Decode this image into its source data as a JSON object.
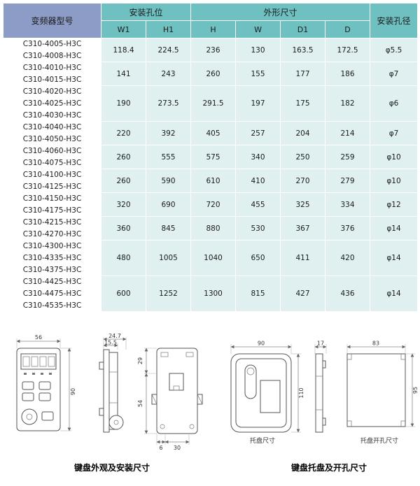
{
  "table": {
    "header": {
      "model": "变频器型号",
      "mounting_holes": "安装孔位",
      "outline_dims": "外形尺寸",
      "hole_diameter": "安装孔径",
      "columns": [
        "W1",
        "H1",
        "H",
        "W",
        "D1",
        "D"
      ]
    },
    "groups": [
      {
        "models": [
          "C310-4005-H3C",
          "C310-4008-H3C"
        ],
        "values": [
          "118.4",
          "224.5",
          "236",
          "130",
          "163.5",
          "172.5",
          "φ5.5"
        ]
      },
      {
        "models": [
          "C310-4010-H3C",
          "C310-4015-H3C"
        ],
        "values": [
          "141",
          "243",
          "260",
          "155",
          "177",
          "186",
          "φ7"
        ]
      },
      {
        "models": [
          "C310-4020-H3C",
          "C310-4025-H3C",
          "C310-4030-H3C"
        ],
        "values": [
          "190",
          "273.5",
          "291.5",
          "197",
          "175",
          "182",
          "φ6"
        ]
      },
      {
        "models": [
          "C310-4040-H3C",
          "C310-4050-H3C"
        ],
        "values": [
          "220",
          "392",
          "405",
          "257",
          "204",
          "214",
          "φ7"
        ]
      },
      {
        "models": [
          "C310-4060-H3C",
          "C310-4075-H3C"
        ],
        "values": [
          "260",
          "555",
          "575",
          "340",
          "250",
          "259",
          "φ10"
        ]
      },
      {
        "models": [
          "C310-4100-H3C",
          "C310-4125-H3C"
        ],
        "values": [
          "260",
          "590",
          "610",
          "410",
          "270",
          "279",
          "φ10"
        ]
      },
      {
        "models": [
          "C310-4150-H3C",
          "C310-4175-H3C"
        ],
        "values": [
          "320",
          "690",
          "720",
          "455",
          "325",
          "334",
          "φ12"
        ]
      },
      {
        "models": [
          "C310-4215-H3C",
          "C310-4270-H3C"
        ],
        "values": [
          "360",
          "845",
          "880",
          "530",
          "367",
          "376",
          "φ14"
        ]
      },
      {
        "models": [
          "C310-4300-H3C",
          "C310-4335-H3C",
          "C310-4375-H3C"
        ],
        "values": [
          "480",
          "1005",
          "1040",
          "650",
          "411",
          "420",
          "φ14"
        ]
      },
      {
        "models": [
          "C310-4425-H3C",
          "C310-4475-H3C",
          "C310-4535-H3C"
        ],
        "values": [
          "600",
          "1252",
          "1300",
          "815",
          "427",
          "436",
          "φ14"
        ]
      }
    ]
  },
  "drawings": {
    "keypad_front": {
      "width_label": "56",
      "height_label": "90"
    },
    "keypad_side": {
      "depth_label": "24.7",
      "depth2_label": "15.5"
    },
    "keypad_back": {
      "dim_top": "29",
      "dim_mid": "54",
      "dim_b1": "6",
      "dim_b2": "30"
    },
    "tray_front": {
      "width_label": "90",
      "height_label": "110",
      "caption": "托盘尺寸"
    },
    "tray_side": {
      "depth_label": "17"
    },
    "tray_hole": {
      "width_label": "83",
      "height_label": "95",
      "caption": "托盘开孔尺寸"
    }
  },
  "captions": {
    "left": "键盘外观及安装尺寸",
    "right": "键盘托盘及开孔尺寸"
  },
  "colors": {
    "teal_header": "#6fc0c1",
    "lavender_header": "#8d9cc6",
    "light_teal": "#e0f0f0"
  }
}
